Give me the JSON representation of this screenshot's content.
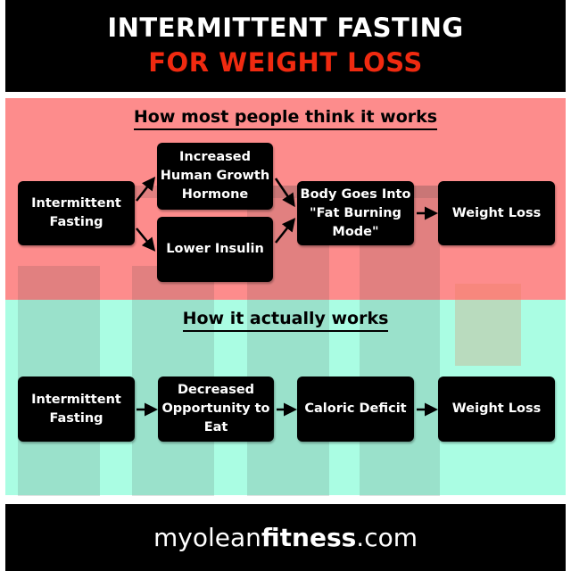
{
  "header": {
    "title_line1": "INTERMITTENT FASTING",
    "title_line2": "FOR WEIGHT LOSS"
  },
  "myth": {
    "heading": "How most people think it works",
    "boxes": {
      "start": "Intermittent Fasting",
      "hgh": "Increased Human Growth Hormone",
      "insulin": "Lower Insulin",
      "fat_burning": "Body Goes Into \"Fat Burning Mode\"",
      "result": "Weight Loss"
    }
  },
  "reality": {
    "heading": "How it actually works",
    "boxes": {
      "start": "Intermittent Fasting",
      "opportunity": "Decreased Opportunity to Eat",
      "deficit": "Caloric Deficit",
      "result": "Weight Loss"
    }
  },
  "footer": {
    "brand_part1": "myolean",
    "brand_part2": "fitness",
    "brand_part3": ".com"
  },
  "colors": {
    "myth_bg": "#fd8c8c",
    "reality_bg": "#aafde3",
    "accent": "#f02a10"
  }
}
